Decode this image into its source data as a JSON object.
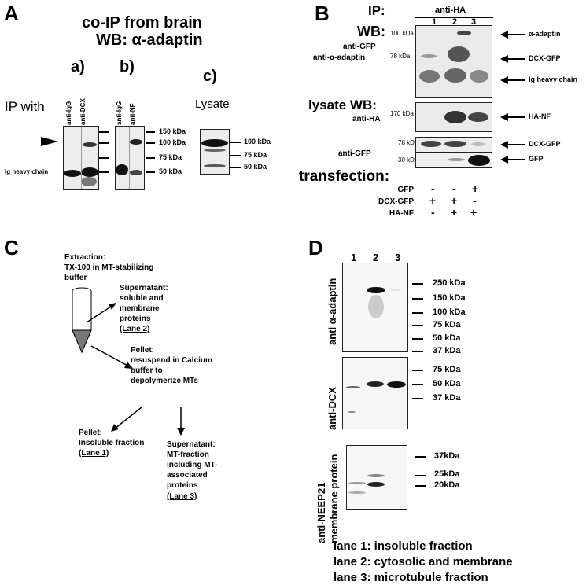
{
  "panels": {
    "A": {
      "letter": "A",
      "title_line1": "co-IP from brain",
      "title_line2": "WB: α-adaptin",
      "ip_with": "IP with",
      "sub_a": "a)",
      "sub_b": "b)",
      "sub_c": "c)",
      "lane_a1": "anti-IgG",
      "lane_a2": "anti-DCX",
      "lane_b1": "anti-IgG",
      "lane_b2": "anti-NF",
      "lysate": "Lysate",
      "ig_heavy": "Ig heavy chain",
      "markers_ab": [
        "150 kDa",
        "100 kDa",
        "75 kDa",
        "50 kDa"
      ],
      "markers_c": [
        "100 kDa",
        "75 kDa",
        "50 kDa"
      ]
    },
    "B": {
      "letter": "B",
      "ip_label": "IP:",
      "ip_antibody": "anti-HA",
      "lanes": [
        "1",
        "2",
        "3"
      ],
      "wb_label": "WB:",
      "wb_antibodies": [
        "anti-GFP",
        "anti-α-adaptin"
      ],
      "wb_markers": [
        "100 kDa",
        "78 kDa"
      ],
      "wb_targets": [
        "α-adaptin",
        "DCX-GFP",
        "Ig heavy chain"
      ],
      "lysate_wb": "lysate WB:",
      "anti_ha": "anti-HA",
      "ha_marker": "170 kDa",
      "ha_target": "HA-NF",
      "anti_gfp": "anti-GFP",
      "gfp_markers": [
        "78 kDa",
        "30 kDa"
      ],
      "gfp_targets": [
        "DCX-GFP",
        "GFP"
      ],
      "transfection": "transfection:",
      "rows": [
        {
          "name": "GFP",
          "signs": [
            "-",
            "-",
            "+"
          ]
        },
        {
          "name": "DCX-GFP",
          "signs": [
            "+",
            "+",
            "-"
          ]
        },
        {
          "name": "HA-NF",
          "signs": [
            "-",
            "+",
            "+"
          ]
        }
      ]
    },
    "C": {
      "letter": "C",
      "extraction": "Extraction:",
      "extraction_detail1": "TX-100 in MT-stabilizing",
      "extraction_detail2": "buffer",
      "sup1_title": "Supernatant:",
      "sup1_l1": "soluble and",
      "sup1_l2": "membrane",
      "sup1_l3": "proteins",
      "sup1_lane": "(Lane 2)",
      "pellet1_title": "Pellet:",
      "pellet1_l1": "resuspend in Calcium",
      "pellet1_l2": "buffer to",
      "pellet1_l3": "depolymerize MTs",
      "pellet2_title": "Pellet:",
      "pellet2_l1": "Insoluble fraction",
      "pellet2_lane": "(Lane 1)",
      "sup2_title": "Supernatant:",
      "sup2_l1": "MT-fraction",
      "sup2_l2": "including MT-",
      "sup2_l3": "associated",
      "sup2_l4": "proteins",
      "sup2_lane": "(Lane 3)"
    },
    "D": {
      "letter": "D",
      "lanes": [
        "1",
        "2",
        "3"
      ],
      "blot1_label": "anti α-adaptin",
      "blot1_markers": [
        "250 kDa",
        "150 kDa",
        "100 kDa",
        "75 kDa",
        "50 kDa",
        "37 kDa"
      ],
      "blot2_label": "anti-DCX",
      "blot2_markers": [
        "75 kDa",
        "50 kDa",
        "37 kDa"
      ],
      "blot3_label1": "anti-NEEP21",
      "blot3_label2": "membrane protein",
      "blot3_markers": [
        "37kDa",
        "25kDa",
        "20kDa"
      ],
      "legend": [
        "lane 1: insoluble fraction",
        "lane 2: cytosolic and membrane",
        "lane 3: microtubule fraction"
      ]
    }
  }
}
